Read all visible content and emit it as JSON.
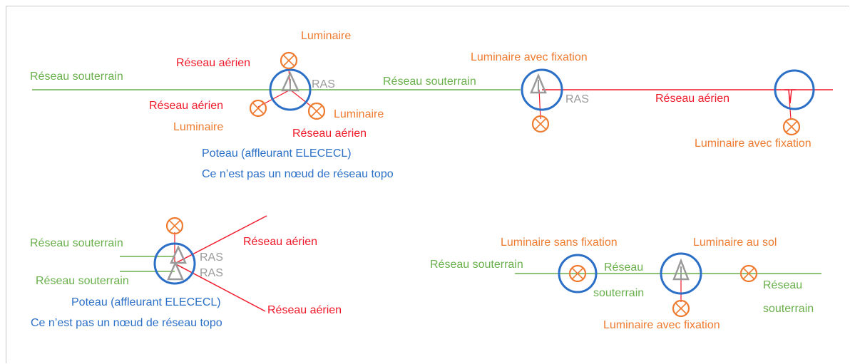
{
  "colors": {
    "underground": "#6ab04c",
    "aerial": "#f0192a",
    "luminaire": "#ee7b2f",
    "pole": "#2b6fc7",
    "ras": "#9a9a9a"
  },
  "labels": {
    "underground": "Réseau souterrain",
    "aerial": "Réseau aérien",
    "luminaire": "Luminaire",
    "luminaire_with_fixing": "Luminaire avec fixation",
    "luminaire_without_fixing": "Luminaire sans fixation",
    "luminaire_ground": "Luminaire au sol",
    "ras": "RAS",
    "pole": "Poteau (affleurant ELECECL)",
    "not_topo_node": "Ce n’est pas un nœud de réseau topo",
    "underground_part1": "Réseau",
    "underground_part2": "souterrain"
  }
}
